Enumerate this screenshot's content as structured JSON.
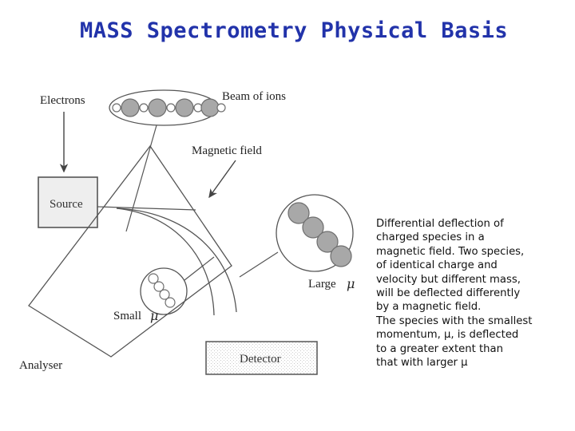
{
  "slide": {
    "title": "MASS Spectrometry Physical Basis",
    "title_color": "#2233aa",
    "background": "#ffffff"
  },
  "diagram": {
    "name": "mass-spectrometer-schematic",
    "labels": {
      "electrons": "Electrons",
      "beam_of_ions": "Beam of ions",
      "magnetic_field": "Magnetic field",
      "source": "Source",
      "analyser": "Analyser",
      "detector": "Detector",
      "small_mu": "Small",
      "large_mu": "Large",
      "mu_symbol": "μ"
    },
    "colors": {
      "line": "#555555",
      "ion_fill": "#a8a8a8",
      "ion_stroke": "#6e6e6e",
      "small_ion_fill": "#ffffff",
      "source_fill": "#eeeeee",
      "source_stroke": "#555555",
      "detector_fill": "#f4f4f4",
      "detector_stroke": "#555555"
    },
    "beam_of_ions": {
      "large_ion_count": 4,
      "small_ion_count": 5
    },
    "large_mu_ions": 4,
    "small_mu_ions": 4
  },
  "body_text": {
    "lines": [
      "Differential deflection of",
      "charged species in a",
      "magnetic field. Two species,",
      "of identical charge and",
      "velocity but different mass,",
      "will be deflected differently",
      "by a magnetic field.",
      "The species with the smallest",
      "momentum, μ, is deflected",
      "to a greater extent than",
      "that with larger μ"
    ]
  }
}
